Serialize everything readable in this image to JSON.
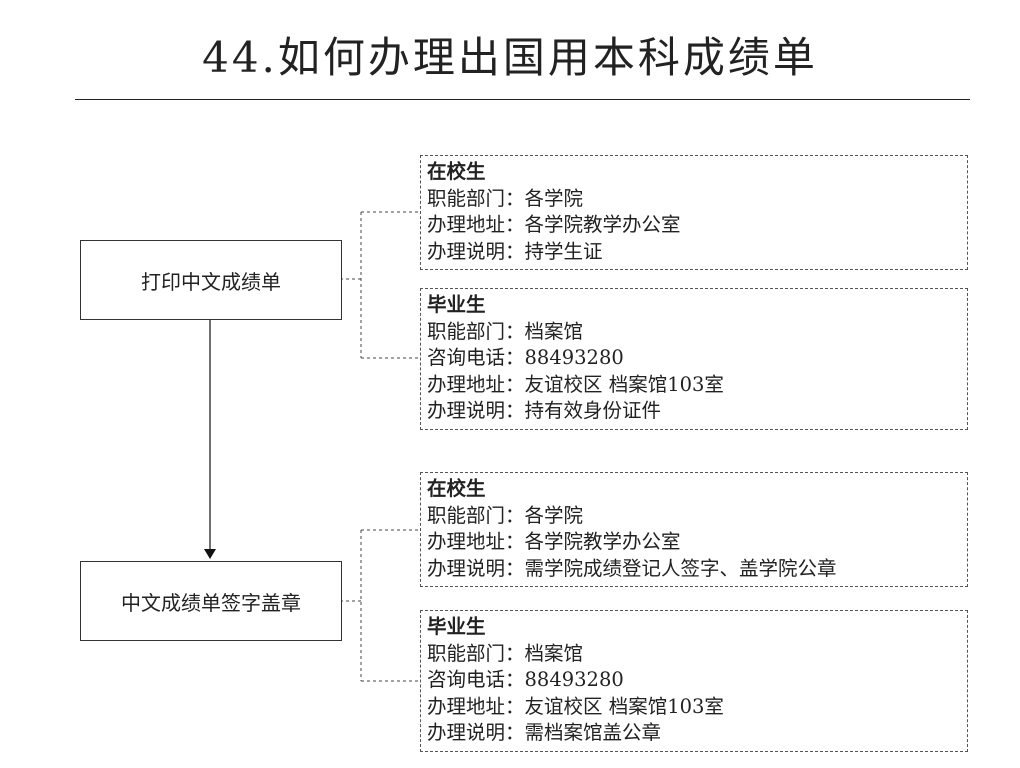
{
  "title": "44.如何办理出国用本科成绩单",
  "steps": [
    {
      "label": "打印中文成绩单",
      "cards": [
        {
          "header": "在校生",
          "rows": [
            {
              "key": "职能部门：",
              "value": "各学院"
            },
            {
              "key": "办理地址：",
              "value": "各学院教学办公室"
            },
            {
              "key": "办理说明：",
              "value": "持学生证"
            }
          ]
        },
        {
          "header": "毕业生",
          "rows": [
            {
              "key": "职能部门：",
              "value": "档案馆"
            },
            {
              "key": "咨询电话：",
              "value": "88493280"
            },
            {
              "key": "办理地址：",
              "value": "友谊校区 档案馆103室"
            },
            {
              "key": "办理说明：",
              "value": "持有效身份证件"
            }
          ]
        }
      ]
    },
    {
      "label": "中文成绩单签字盖章",
      "cards": [
        {
          "header": "在校生",
          "rows": [
            {
              "key": "职能部门：",
              "value": "各学院"
            },
            {
              "key": "办理地址：",
              "value": "各学院教学办公室"
            },
            {
              "key": "办理说明：",
              "value": "需学院成绩登记人签字、盖学院公章"
            }
          ]
        },
        {
          "header": "毕业生",
          "rows": [
            {
              "key": "职能部门：",
              "value": "档案馆"
            },
            {
              "key": "咨询电话：",
              "value": "88493280"
            },
            {
              "key": "办理地址：",
              "value": "友谊校区 档案馆103室"
            },
            {
              "key": "办理说明：",
              "value": "需档案馆盖公章"
            }
          ]
        }
      ]
    }
  ]
}
